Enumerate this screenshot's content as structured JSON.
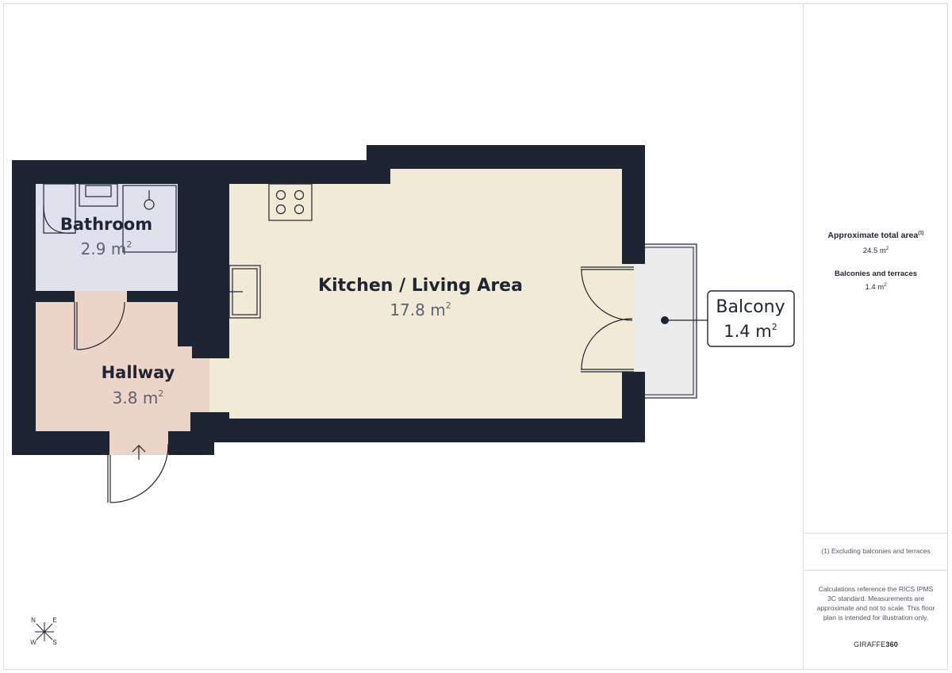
{
  "rooms": {
    "kitchen": {
      "name": "Kitchen / Living Area",
      "area": "17.8 m",
      "unit_sup": "2"
    },
    "bathroom": {
      "name": "Bathroom",
      "area": "2.9 m",
      "unit_sup": "2"
    },
    "hallway": {
      "name": "Hallway",
      "area": "3.8 m",
      "unit_sup": "2"
    },
    "balcony": {
      "name": "Balcony",
      "area": "1.4 m",
      "unit_sup": "2"
    }
  },
  "compass": {
    "n": "N",
    "e": "E",
    "w": "W",
    "s": "S"
  },
  "colors": {
    "wall": "#1e2532",
    "kitchen_fill": "#f1ead6",
    "bathroom_fill": "#dfe2ec",
    "hallway_fill": "#ecd4c8",
    "balcony_fill": "#ececec"
  },
  "sidebar": {
    "total_area_heading": "Approximate total area",
    "total_area_footnote_mark": "(1)",
    "total_area_value": "24.5 m",
    "total_area_unit_sup": "2",
    "balconies_heading": "Balconies and terraces",
    "balconies_value": "1.4 m",
    "balconies_unit_sup": "2",
    "footnote": "(1) Excluding balconies and terraces",
    "disclaimer": "Calculations reference the RICS IPMS 3C standard. Measurements are approximate and not to scale. This floor plan is intended for illustration only.",
    "brand_prefix": "GIRAFFE",
    "brand_suffix": "360"
  }
}
